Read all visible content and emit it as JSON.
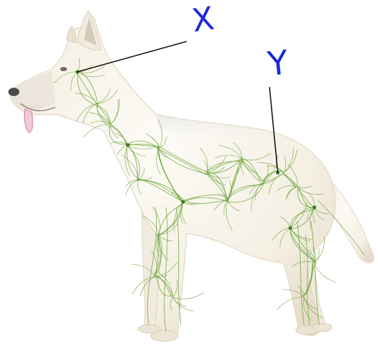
{
  "labels": {
    "x": "X",
    "y": "Y"
  },
  "colors": {
    "background": "#ffffff",
    "body_light": "#fbf8f1",
    "body_shadow": "#e7dfcf",
    "ear_inner": "#c9b9a4",
    "nose": "#4a4a4a",
    "tongue": "#e3a2b4",
    "lymph_vessel": "#6aa53a",
    "node": "#3f7a22",
    "label_ink": "#1a2bd6",
    "pointer_line": "#111111"
  },
  "icons": {
    "subject": "dog-lymphatic-system-illustration"
  }
}
